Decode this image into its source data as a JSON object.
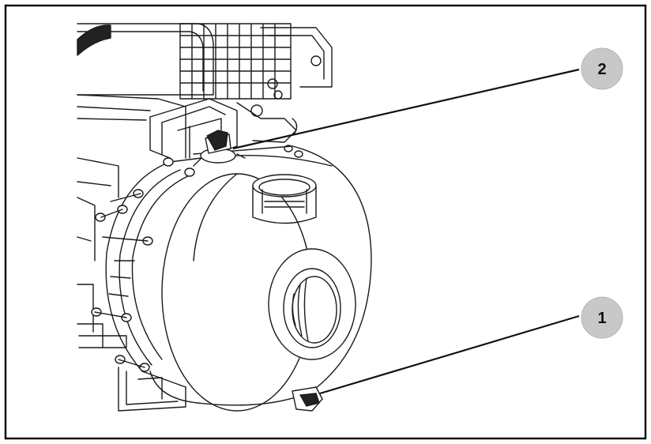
{
  "callouts": [
    {
      "id": "1",
      "label": "1"
    },
    {
      "id": "2",
      "label": "2"
    }
  ],
  "colors": {
    "frame": "#111111",
    "line": "#1a1a1a",
    "callout_fill": "#c8c8c8",
    "background": "#ffffff"
  }
}
